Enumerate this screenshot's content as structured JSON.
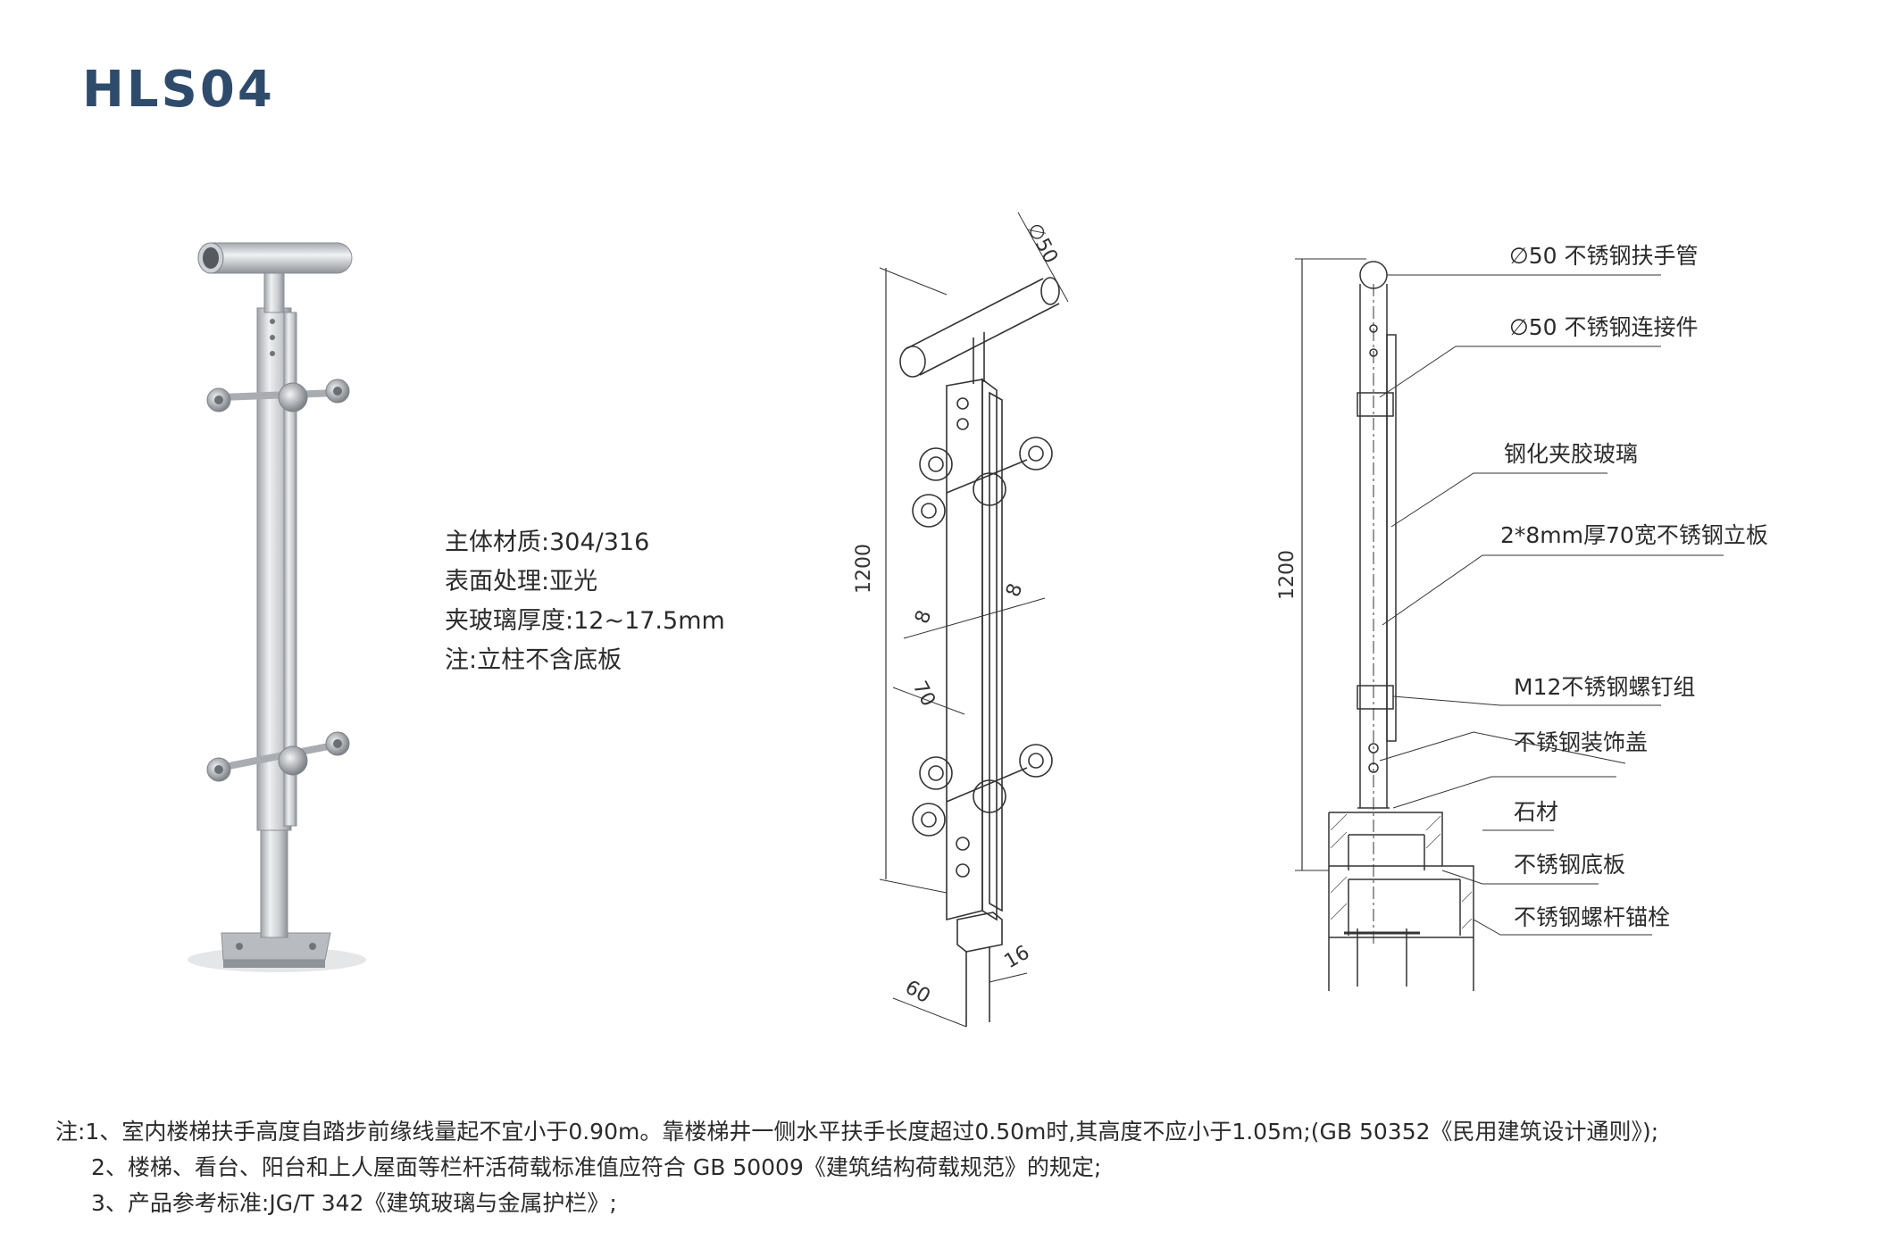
{
  "title": "HLS04",
  "specs": [
    "主体材质:304/316",
    "表面处理:亚光",
    "夹玻璃厚度:12~17.5mm",
    "注:立柱不含底板"
  ],
  "dimensions": {
    "diameter": "∅50",
    "height": "1200",
    "plate_thickness_a": "8",
    "plate_thickness_b": "8",
    "plate_width": "70",
    "post_width": "60",
    "post_depth": "16",
    "section_height": "1200"
  },
  "labels": [
    "∅50 不锈钢扶手管",
    "∅50 不锈钢连接件",
    "钢化夹胶玻璃",
    "2*8mm厚70宽不锈钢立板",
    "M12不锈钢螺钉组",
    "不锈钢装饰盖",
    "石材",
    "不锈钢底板",
    "不锈钢螺杆锚栓"
  ],
  "notes": [
    "注:1、室内楼梯扶手高度自踏步前缘线量起不宜小于0.90m。靠楼梯井一侧水平扶手长度超过0.50m时,其高度不应小于1.05m;(GB 50352《民用建筑设计通则》);",
    "2、楼梯、看台、阳台和上人屋面等栏杆活荷载标准值应符合 GB 50009《建筑结构荷载规范》的规定;",
    "3、产品参考标准:JG/T 342《建筑玻璃与金属护栏》;"
  ],
  "colors": {
    "title": "#2e4b6c",
    "text": "#2b2b2b",
    "steel_light": "#e4e6e8",
    "steel_dark": "#9fa4a9"
  }
}
